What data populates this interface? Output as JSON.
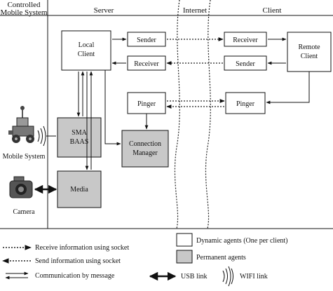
{
  "header": {
    "controlled": "Controlled",
    "mobile_system": "Mobile System",
    "server": "Server",
    "internet": "Internet",
    "client": "Client"
  },
  "boxes": {
    "local_client_line1": "Local",
    "local_client_line2": "Client",
    "sender_server": "Sender",
    "receiver_server": "Receiver",
    "pinger_server": "Pinger",
    "sma_line1": "SMA",
    "sma_line2": "BAAS",
    "connection_manager_line1": "Connection",
    "connection_manager_line2": "Manager",
    "media": "Media",
    "receiver_client": "Receiver",
    "sender_client": "Sender",
    "pinger_client": "Pinger",
    "remote_client_line1": "Remote",
    "remote_client_line2": "Client"
  },
  "left_labels": {
    "mobile_system": "Mobile System",
    "camera": "Camera"
  },
  "legend": {
    "receive": "Receive information using socket",
    "send": "Send information using socket",
    "message": "Communication by message",
    "usb": "USB link",
    "wifi": "WIFI link",
    "dynamic": "Dynamic agents (One per client)",
    "permanent": "Permanent agents"
  },
  "colors": {
    "permanent_fill": "#c8c8c8",
    "dynamic_fill": "#ffffff",
    "line": "#111111"
  },
  "icons": {
    "robot": "mobile-robot-icon",
    "camera": "camera-icon",
    "wifi": "wifi-waves-icon"
  }
}
